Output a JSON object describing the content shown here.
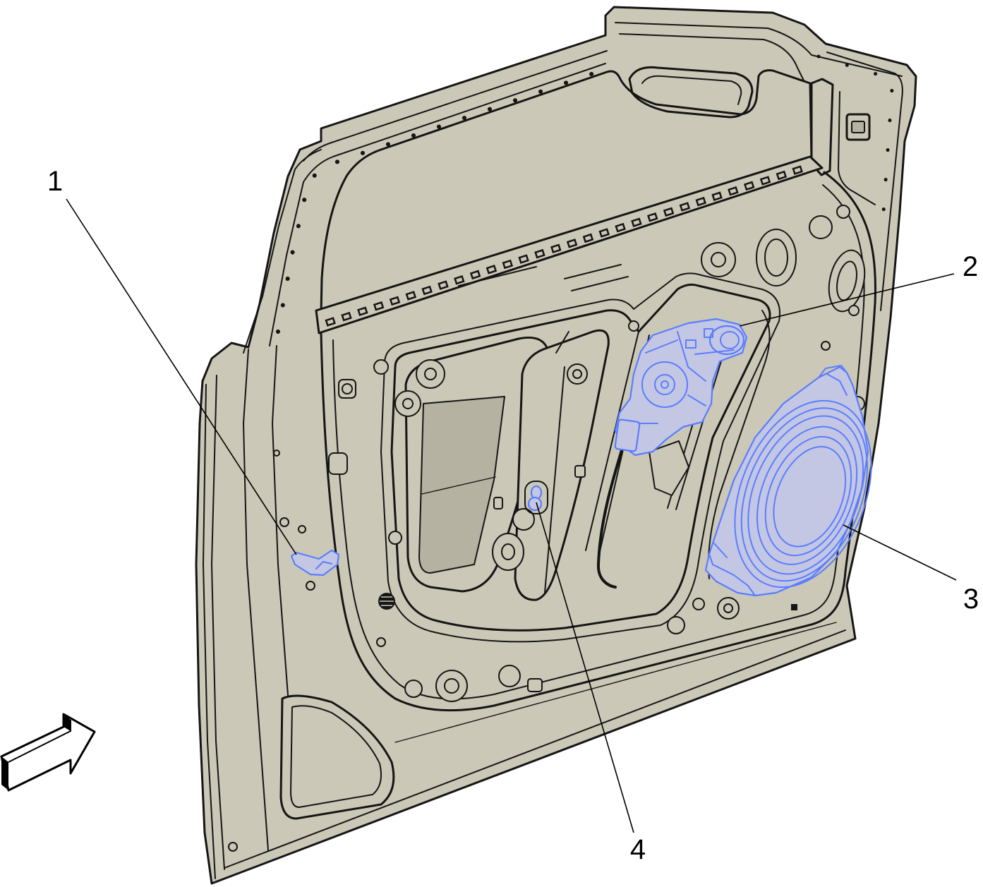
{
  "diagram": {
    "colors": {
      "panel": "#cbc8b7",
      "panel_shadow": "#b5b2a1",
      "outline": "#151515",
      "highlight": "#5b7dff",
      "highlight_fill": "#c3c7e3",
      "text": "#000000"
    },
    "callouts": [
      {
        "label": "1"
      },
      {
        "label": "2"
      },
      {
        "label": "3"
      },
      {
        "label": "4"
      }
    ],
    "direction_arrow_icon": "arrow-up-right-icon"
  }
}
